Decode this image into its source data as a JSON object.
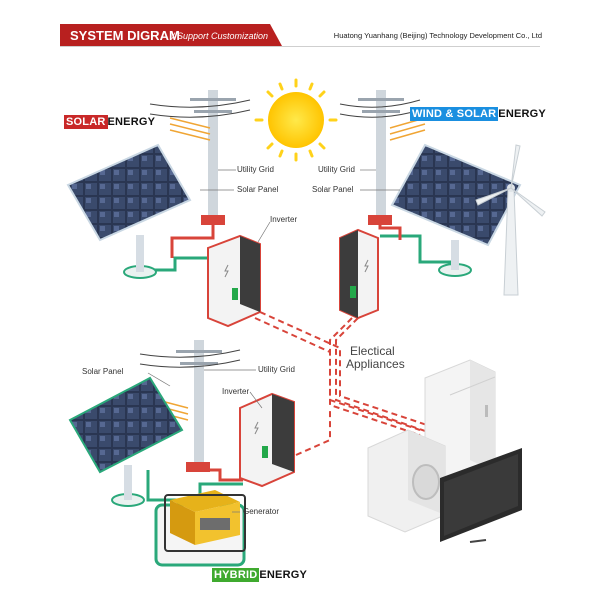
{
  "header": {
    "title": "SYSTEM DIGRAM",
    "subtitle": "/ Support Customization",
    "company": "Huatong Yuanhang (Beijing) Technology Development Co., Ltd"
  },
  "sections": {
    "solar": {
      "highlight": "SOLAR",
      "rest": "ENERGY"
    },
    "wind_solar": {
      "highlight": "WIND & SOLAR",
      "rest": "ENERGY"
    },
    "hybrid": {
      "highlight": "HYBRID",
      "rest": "ENERGY"
    }
  },
  "labels": {
    "utility_grid": "Utility Grid",
    "solar_panel": "Solar Panel",
    "inverter": "Inverter",
    "generator": "Generator",
    "electrical_appliances_line1": "Electical",
    "electrical_appliances_line2": "Appliances"
  },
  "colors": {
    "brand_red": "#c92828",
    "header_red": "#b8201f",
    "wind_blue": "#1a8fe0",
    "hybrid_green": "#3faa2f",
    "cable_green": "#2aa87a",
    "cable_red": "#d8443a",
    "sun_yellow": "#ffd21a"
  }
}
